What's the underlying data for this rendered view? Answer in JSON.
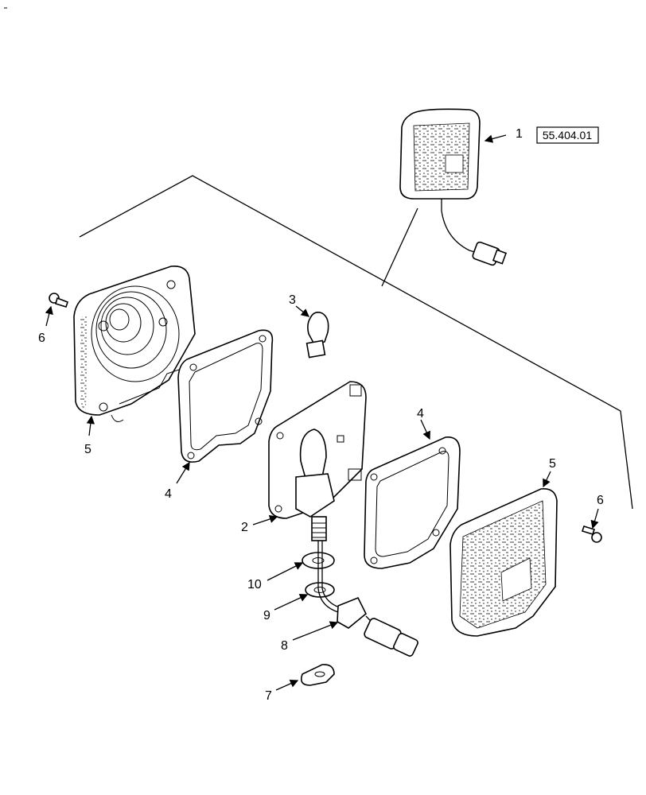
{
  "diagram": {
    "reference_code": "55.404.01",
    "callouts": [
      "1",
      "2",
      "3",
      "4",
      "4",
      "5",
      "5",
      "6",
      "6",
      "7",
      "8",
      "9",
      "10"
    ]
  }
}
